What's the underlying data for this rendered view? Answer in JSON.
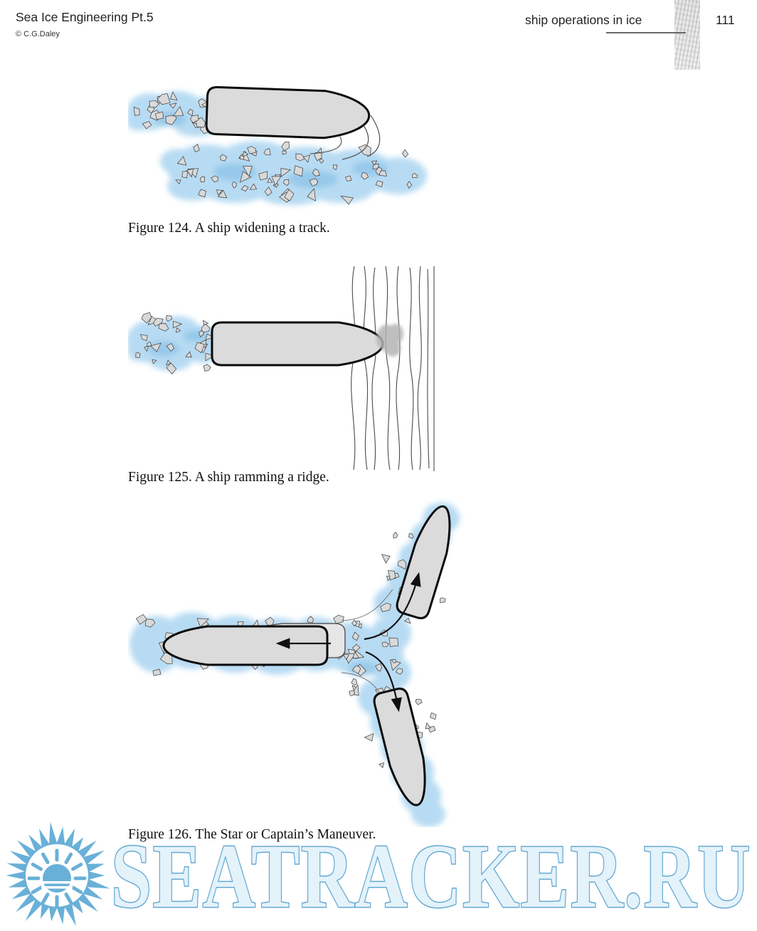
{
  "header": {
    "title": "Sea Ice Engineering Pt.5",
    "copyright": "© C.G.Daley",
    "section": "ship operations in ice",
    "page_number": "111"
  },
  "figures": [
    {
      "caption": "Figure 124. A ship widening a track."
    },
    {
      "caption": "Figure 125. A ship ramming a ridge."
    },
    {
      "caption": "Figure 126. The Star or Captain’s Maneuver."
    }
  ],
  "watermark": {
    "text": "SEATRACKER.RU",
    "color": "#e4f2fa",
    "outline": "#64a9d2"
  },
  "colors": {
    "ice_water": "#b7dbf3",
    "ice_floe": "#d9d9d9",
    "ship_hull": "#dbdbdb",
    "line": "#111111"
  }
}
